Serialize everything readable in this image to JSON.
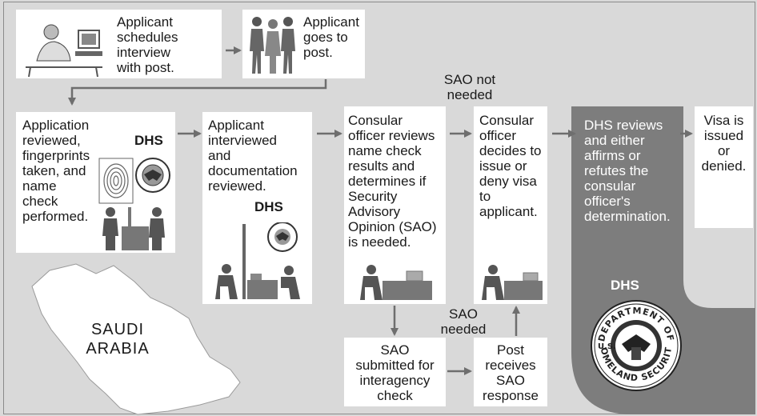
{
  "steps": {
    "schedule": "Applicant\nschedules\ninterview\nwith post.",
    "goes": "Applicant\ngoes to\npost.",
    "reviewed": "Application\nreviewed,\nfingerprints\ntaken, and\nname\ncheck\nperformed.",
    "interviewed": "Applicant\ninterviewed\nand\ndocumentation\nreviewed.",
    "consular_reviews": "Consular\nofficer reviews\nname check\nresults and\ndetermines if\nSecurity\nAdvisory\nOpinion (SAO)\nis needed.",
    "decides": "Consular\nofficer\ndecides to\nissue or\ndeny visa\nto\napplicant.",
    "dhs_reviews": "DHS reviews\nand either\naffirms or\nrefutes the\nconsular\nofficer's\ndetermination.",
    "visa": "Visa is\nissued\nor\ndenied.",
    "sao_submitted": "SAO\nsubmitted for\ninteragency\ncheck",
    "post_receives": "Post\nreceives\nSAO\nresponse"
  },
  "labels": {
    "sao_not_needed": "SAO not\nneeded",
    "sao_needed": "SAO\nneeded",
    "dhs": "DHS",
    "map": "SAUDI\nARABIA"
  },
  "seal": {
    "text_top": "DEPARTMENT OF",
    "text_left": "U.S.",
    "text_bottom": "HOMELAND SECURITY"
  },
  "colors": {
    "background": "#d9d9d9",
    "dhs_panel": "#7d7d7d",
    "box": "#ffffff",
    "arrow": "#6e6e6e"
  }
}
